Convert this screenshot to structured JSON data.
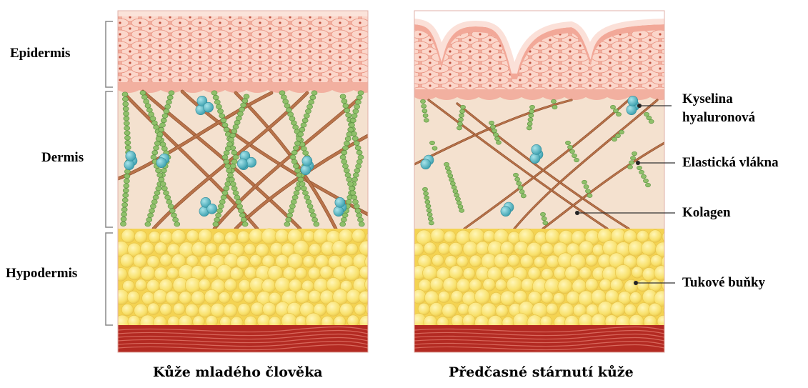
{
  "layer_labels": {
    "epidermis": "Epidermis",
    "dermis": "Dermis",
    "hypodermis": "Hypodermis"
  },
  "component_labels": {
    "hyaluronic_line1": "Kyselina",
    "hyaluronic_line2": "hyaluronová",
    "elastic": "Elastická vlákna",
    "collagen": "Kolagen",
    "fat": "Tukové buňky"
  },
  "captions": {
    "young": "Kůže mladého člověka",
    "aged": "Předčasné stárnutí kůže"
  },
  "colors": {
    "epidermis": "#f2b4a6",
    "epidermis_cell": "#f9d3c7",
    "dermis": "#f4e1cf",
    "collagen": "#a8643a",
    "elastic": "#8fc06a",
    "hyaluronic": "#4fb3bf",
    "fat": "#f7e06a",
    "muscle": "#b32a22"
  }
}
